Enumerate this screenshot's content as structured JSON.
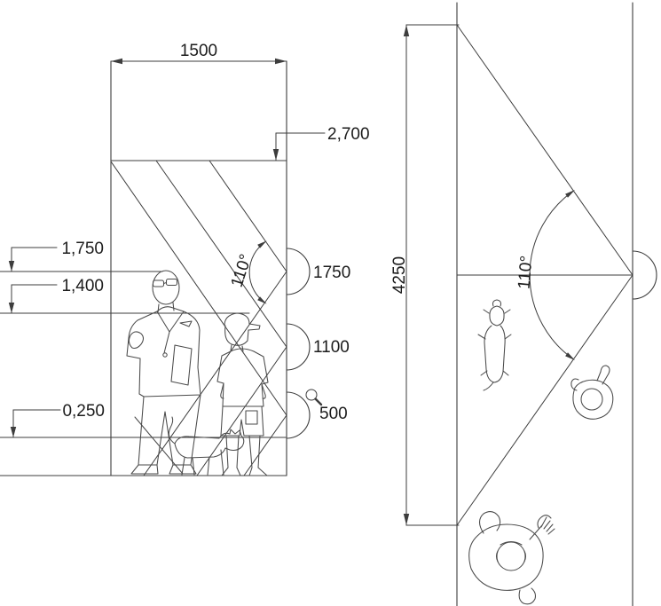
{
  "colors": {
    "line": "#3d3d3d",
    "text": "#1c1c1c",
    "background": "#ffffff"
  },
  "elevation_view": {
    "width_dim": "1500",
    "ceiling_dim": "2,700",
    "height_marks": [
      {
        "label": "1,750"
      },
      {
        "label": "1,400"
      },
      {
        "label": "0,250"
      }
    ],
    "mount_points": [
      {
        "label": "1750"
      },
      {
        "label": "1100"
      },
      {
        "label": "500"
      }
    ],
    "angle_label": "110°"
  },
  "plan_view": {
    "range_dim": "4250",
    "angle_label": "110°"
  }
}
